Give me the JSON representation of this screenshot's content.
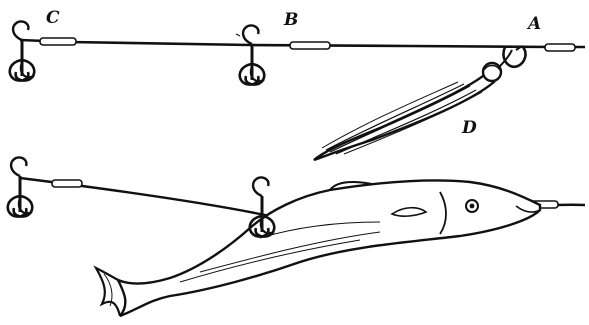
{
  "labels": {
    "c": "C",
    "b": "B",
    "a": "A",
    "d": "D"
  },
  "colors": {
    "ink": "#111111",
    "paper": "#ffffff"
  },
  "figure": {
    "top_tackle_hooks": [
      "treble-hook-c",
      "treble-hook-b",
      "single-hook-a"
    ],
    "bottom_tackle_hooks": [
      "treble-hook-end",
      "treble-hook-middle"
    ]
  }
}
